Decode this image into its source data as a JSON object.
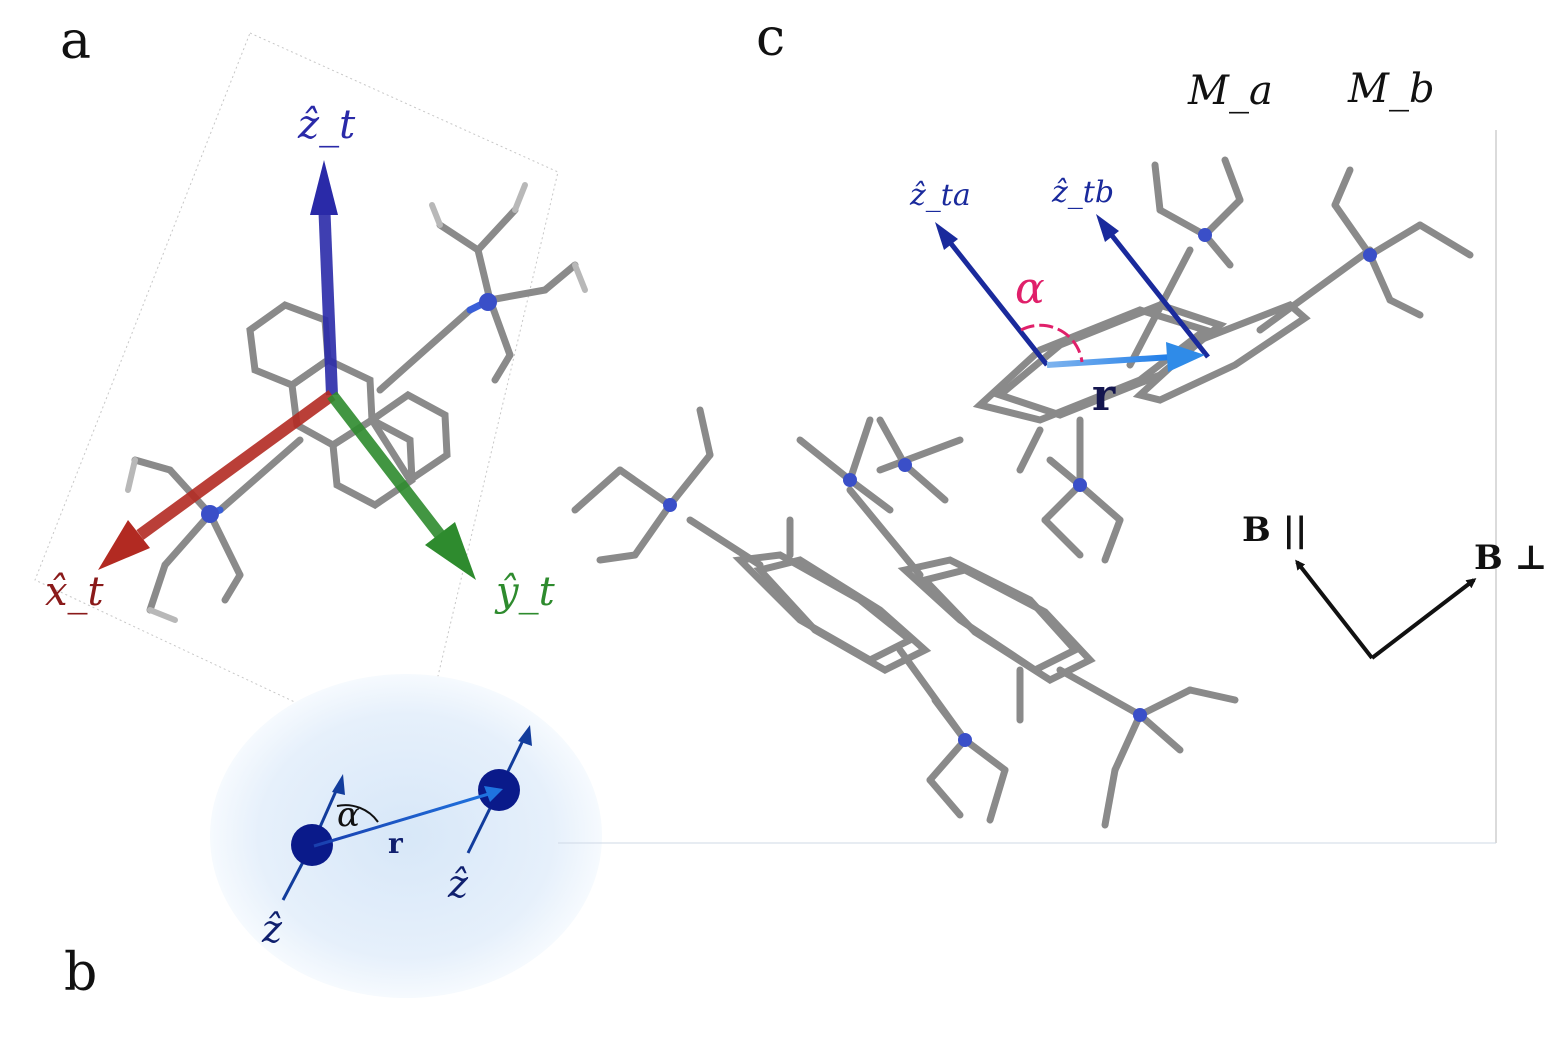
{
  "panels": {
    "a": "a",
    "b": "b",
    "c": "c"
  },
  "panel_a": {
    "axis_z_label": "ẑ_t",
    "axis_x_label": "x̂_t",
    "axis_y_label": "ŷ_t",
    "colors": {
      "z": "#2a2aa8",
      "x": "#b22a22",
      "y": "#2e8b2e",
      "nitrogen": "#3a5fd8",
      "carbon": "#8a8a8a"
    }
  },
  "panel_b": {
    "angle_label": "α",
    "vector_label": "r",
    "left_axis_label": "ẑ",
    "right_axis_label": "ẑ",
    "colors": {
      "spin": "#0a1a8a",
      "axis": "#123c9c",
      "vector": "#1e6fd0",
      "halo": "#dbe9f8"
    }
  },
  "panel_c": {
    "molecule_a_label": "M_a",
    "molecule_b_label": "M_b",
    "axis_a_label": "ẑ_ta",
    "axis_b_label": "ẑ_tb",
    "angle_label": "α",
    "vector_label": "r",
    "field_parallel_label": "B ||",
    "field_perp_label": "B ⊥",
    "colors": {
      "axis": "#1a2a9c",
      "angle": "#e0206a",
      "vector": "#2f8be8",
      "r_label": "#14164f"
    }
  }
}
